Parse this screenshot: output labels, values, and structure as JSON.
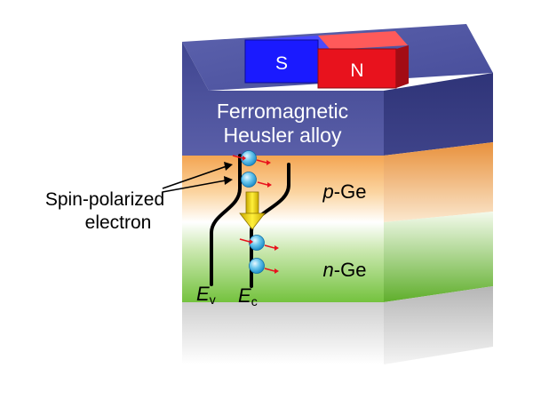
{
  "magnet": {
    "south_label": "S",
    "north_label": "N",
    "south_color": "#1a1aff",
    "north_color": "#e8121d"
  },
  "layers": {
    "top_layer_line1": "Ferromagnetic",
    "top_layer_line2": "Heusler alloy",
    "p_layer_prefix": "p",
    "p_layer_suffix": "-Ge",
    "n_layer_prefix": "n",
    "n_layer_suffix": "-Ge",
    "top_color": "#4a4f9c",
    "p_color": "#f7a94e",
    "n_color": "#7ec84a"
  },
  "annotation": {
    "line1": "Spin-polarized",
    "line2": "electron"
  },
  "bands": {
    "valence_main": "E",
    "valence_sub": "v",
    "conduction_main": "E",
    "conduction_sub": "c"
  },
  "colors": {
    "electron": "#29a8e0",
    "spin_arrow": "#e8121d",
    "current_arrow": "#ffe000"
  }
}
